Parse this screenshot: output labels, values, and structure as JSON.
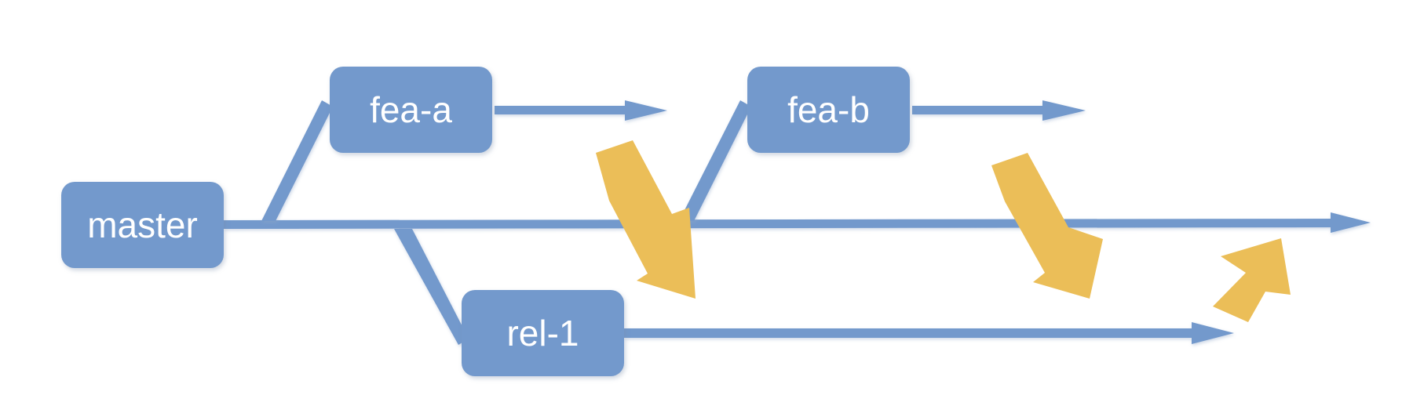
{
  "colors": {
    "branch": "#7399cc",
    "merge_arrow": "#ebbe58",
    "label_text": "#ffffff",
    "background": "#ffffff"
  },
  "branches": [
    {
      "id": "master",
      "label": "master"
    },
    {
      "id": "fea-a",
      "label": "fea-a"
    },
    {
      "id": "fea-b",
      "label": "fea-b"
    },
    {
      "id": "rel-1",
      "label": "rel-1"
    }
  ],
  "flows": [
    {
      "from": "master",
      "to": "fea-a",
      "kind": "branch-off"
    },
    {
      "from": "master",
      "to": "fea-b",
      "kind": "branch-off"
    },
    {
      "from": "master",
      "to": "rel-1",
      "kind": "branch-off"
    },
    {
      "from": "fea-a",
      "to": "rel-1",
      "kind": "merge"
    },
    {
      "from": "fea-b",
      "to": "rel-1",
      "kind": "merge"
    },
    {
      "from": "rel-1",
      "to": "master",
      "kind": "merge"
    }
  ]
}
